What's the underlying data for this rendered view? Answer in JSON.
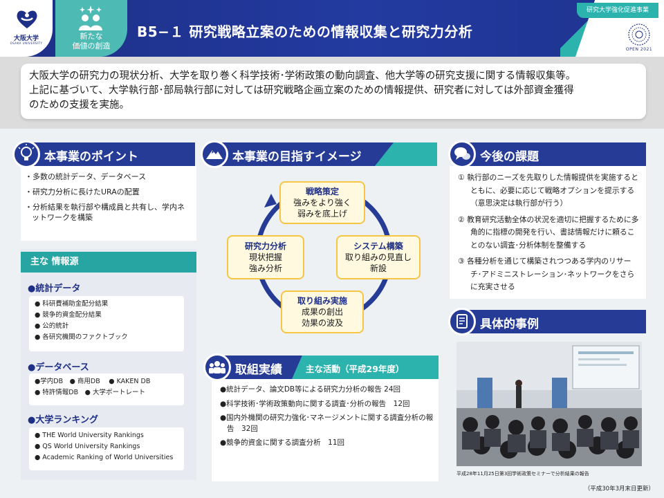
{
  "header": {
    "university": "大阪大学",
    "university_en": "OSAKA UNIVERSITY",
    "badge": [
      "新たな",
      "価値の創造"
    ],
    "title": "B5−１ 研究戦略立案のための情報収集と研究力分析",
    "top_tag": "研究大学強化促進事業",
    "open_text": "OPEN 2021"
  },
  "intro": [
    "大阪大学の研究力の現状分析、大学を取り巻く科学技術･学術政策の動向調査、他大学等の研究支援に関する情報収集等。",
    "上記に基づいて、大学執行部･部局執行部に対しては研究戦略企画立案のための情報提供、研究者に対しては外部資金獲得",
    "のための支援を実施。"
  ],
  "point": {
    "heading": "本事業のポイント",
    "items": [
      "・多数の統計データ、データベース",
      "・研究力分析に長けたURAの配置",
      "・分析結果を執行部や構成員と共有し、学内ネットワークを構築"
    ]
  },
  "sources": {
    "heading": "主な 情報源",
    "stats_title": "●統計データ",
    "stats": [
      "● 科研費補助金配分結果",
      "● 競争的資金配分結果",
      "● 公的統計",
      "● 各研究機関のファクトブック"
    ],
    "db_title": "●データベース",
    "db": [
      "●学内DB　● 商用DB　 ● KAKEN DB",
      "● 特許情報DB　● 大学ポートレート"
    ],
    "rank_title": "●大学ランキング",
    "rank": [
      "● THE World University Rankings",
      "● QS World University Rankings",
      "● Academic Ranking of World Universities"
    ]
  },
  "vision": {
    "heading": "本事業の目指すイメージ",
    "cycle": [
      {
        "title": "戦略策定",
        "lines": [
          "強みをより強く",
          "弱みを底上げ"
        ]
      },
      {
        "title": "システム構築",
        "lines": [
          "取り組みの見直し",
          "新設"
        ]
      },
      {
        "title": "取り組み実施",
        "lines": [
          "成果の創出",
          "効果の波及"
        ]
      },
      {
        "title": "研究力分析",
        "lines": [
          "現状把握",
          "強み分析"
        ]
      }
    ]
  },
  "results": {
    "heading": "取組実績",
    "sub": "主な活動（平成29年度）",
    "items": [
      "●統計データ、論文DB等による研究力分析の報告 24回",
      "●科学技術･学術政策動向に関する調査･分析の報告　12回",
      "●国内外機関の研究力強化･マネージメントに関する調査分析の報告　32回",
      "●競争的資金に関する調査分析　11回"
    ]
  },
  "issues": {
    "heading": "今後の課題",
    "items": [
      "①  執行部のニーズを先取りした情報提供を実施するとともに、必要に応じて戦略オプションを提示する（意思決定は執行部が行う）",
      "②  教育研究活動全体の状況を適切に把握するために多角的に指標の開発を行い、書誌情報だけに頼ることのない調査･分析体制を整備する",
      "③  各種分析を通じて構築されつつある学内のリサーチ･アドミニストレーション･ネットワークをさらに充実させる"
    ]
  },
  "example": {
    "heading": "具体的事例",
    "caption": "平成28年11月25日第3回学術政策セミナーで分析結果の報告"
  },
  "footer": "（平成30年3月末日更新）",
  "colors": {
    "navy": "#263b96",
    "teal": "#2db3ad",
    "yellow": "#f6c545"
  }
}
